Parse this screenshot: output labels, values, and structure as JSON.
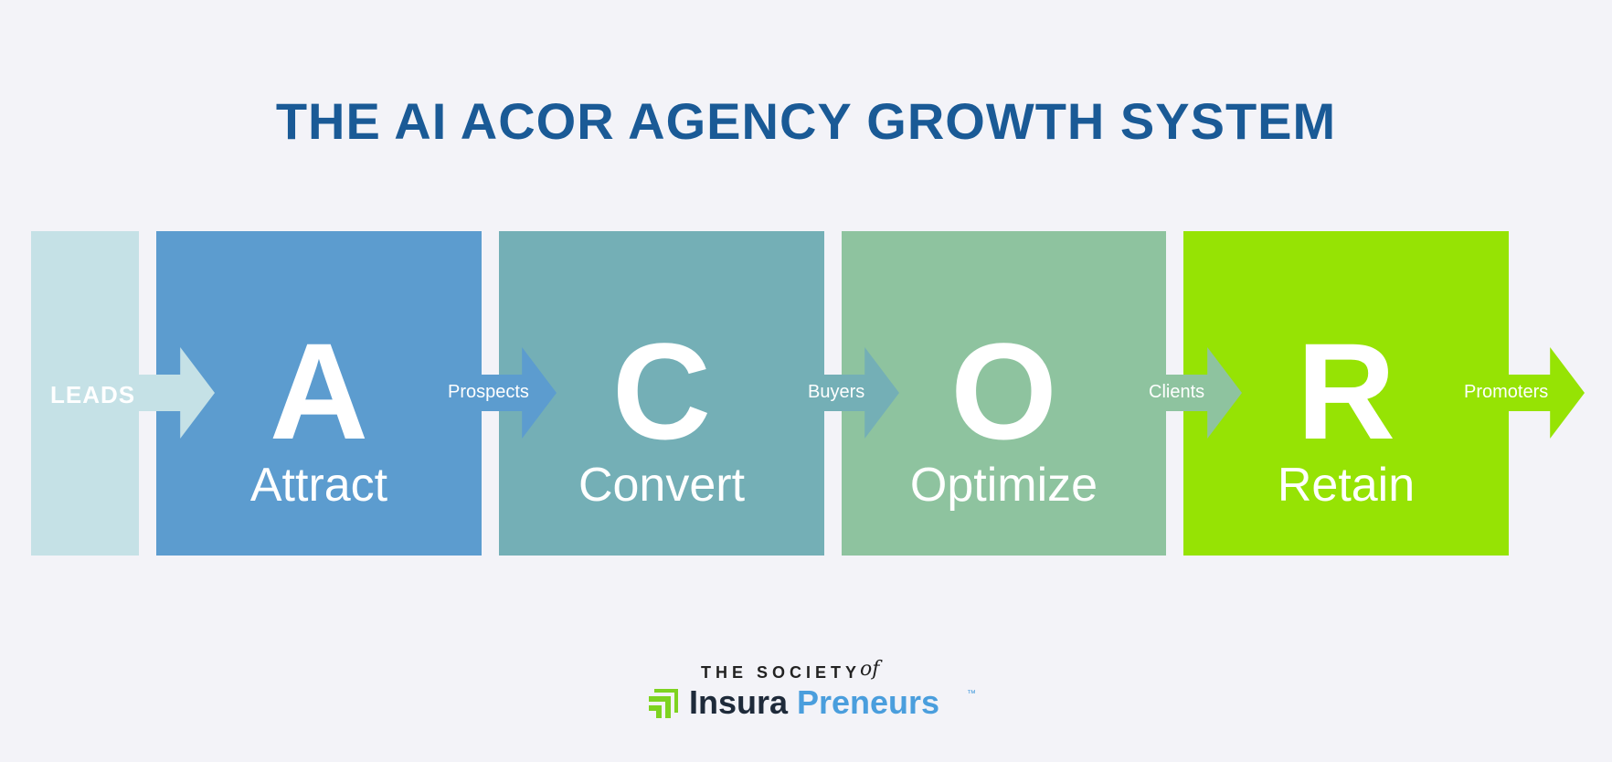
{
  "title": "THE AI ACOR AGENCY GROWTH SYSTEM",
  "leads_label": "LEADS",
  "stages": [
    {
      "letter": "A",
      "word": "Attract",
      "color": "#5c9ccf"
    },
    {
      "letter": "C",
      "word": "Convert",
      "color": "#74afb6"
    },
    {
      "letter": "O",
      "word": "Optimize",
      "color": "#8ec39f"
    },
    {
      "letter": "R",
      "word": "Retain",
      "color": "#96e304"
    }
  ],
  "transitions": [
    "Prospects",
    "Buyers",
    "Clients",
    "Promoters"
  ],
  "leads_color": "#c5e1e6",
  "logo": {
    "top_text": "THE SOCIETY",
    "of_text": "of",
    "name_part1": "Insura",
    "name_part2": "Preneurs",
    "trademark": "™",
    "accent_color": "#7ed321",
    "brand_blue": "#4a9edd"
  },
  "colors": {
    "background": "#f3f3f8",
    "title": "#1a5a96"
  }
}
